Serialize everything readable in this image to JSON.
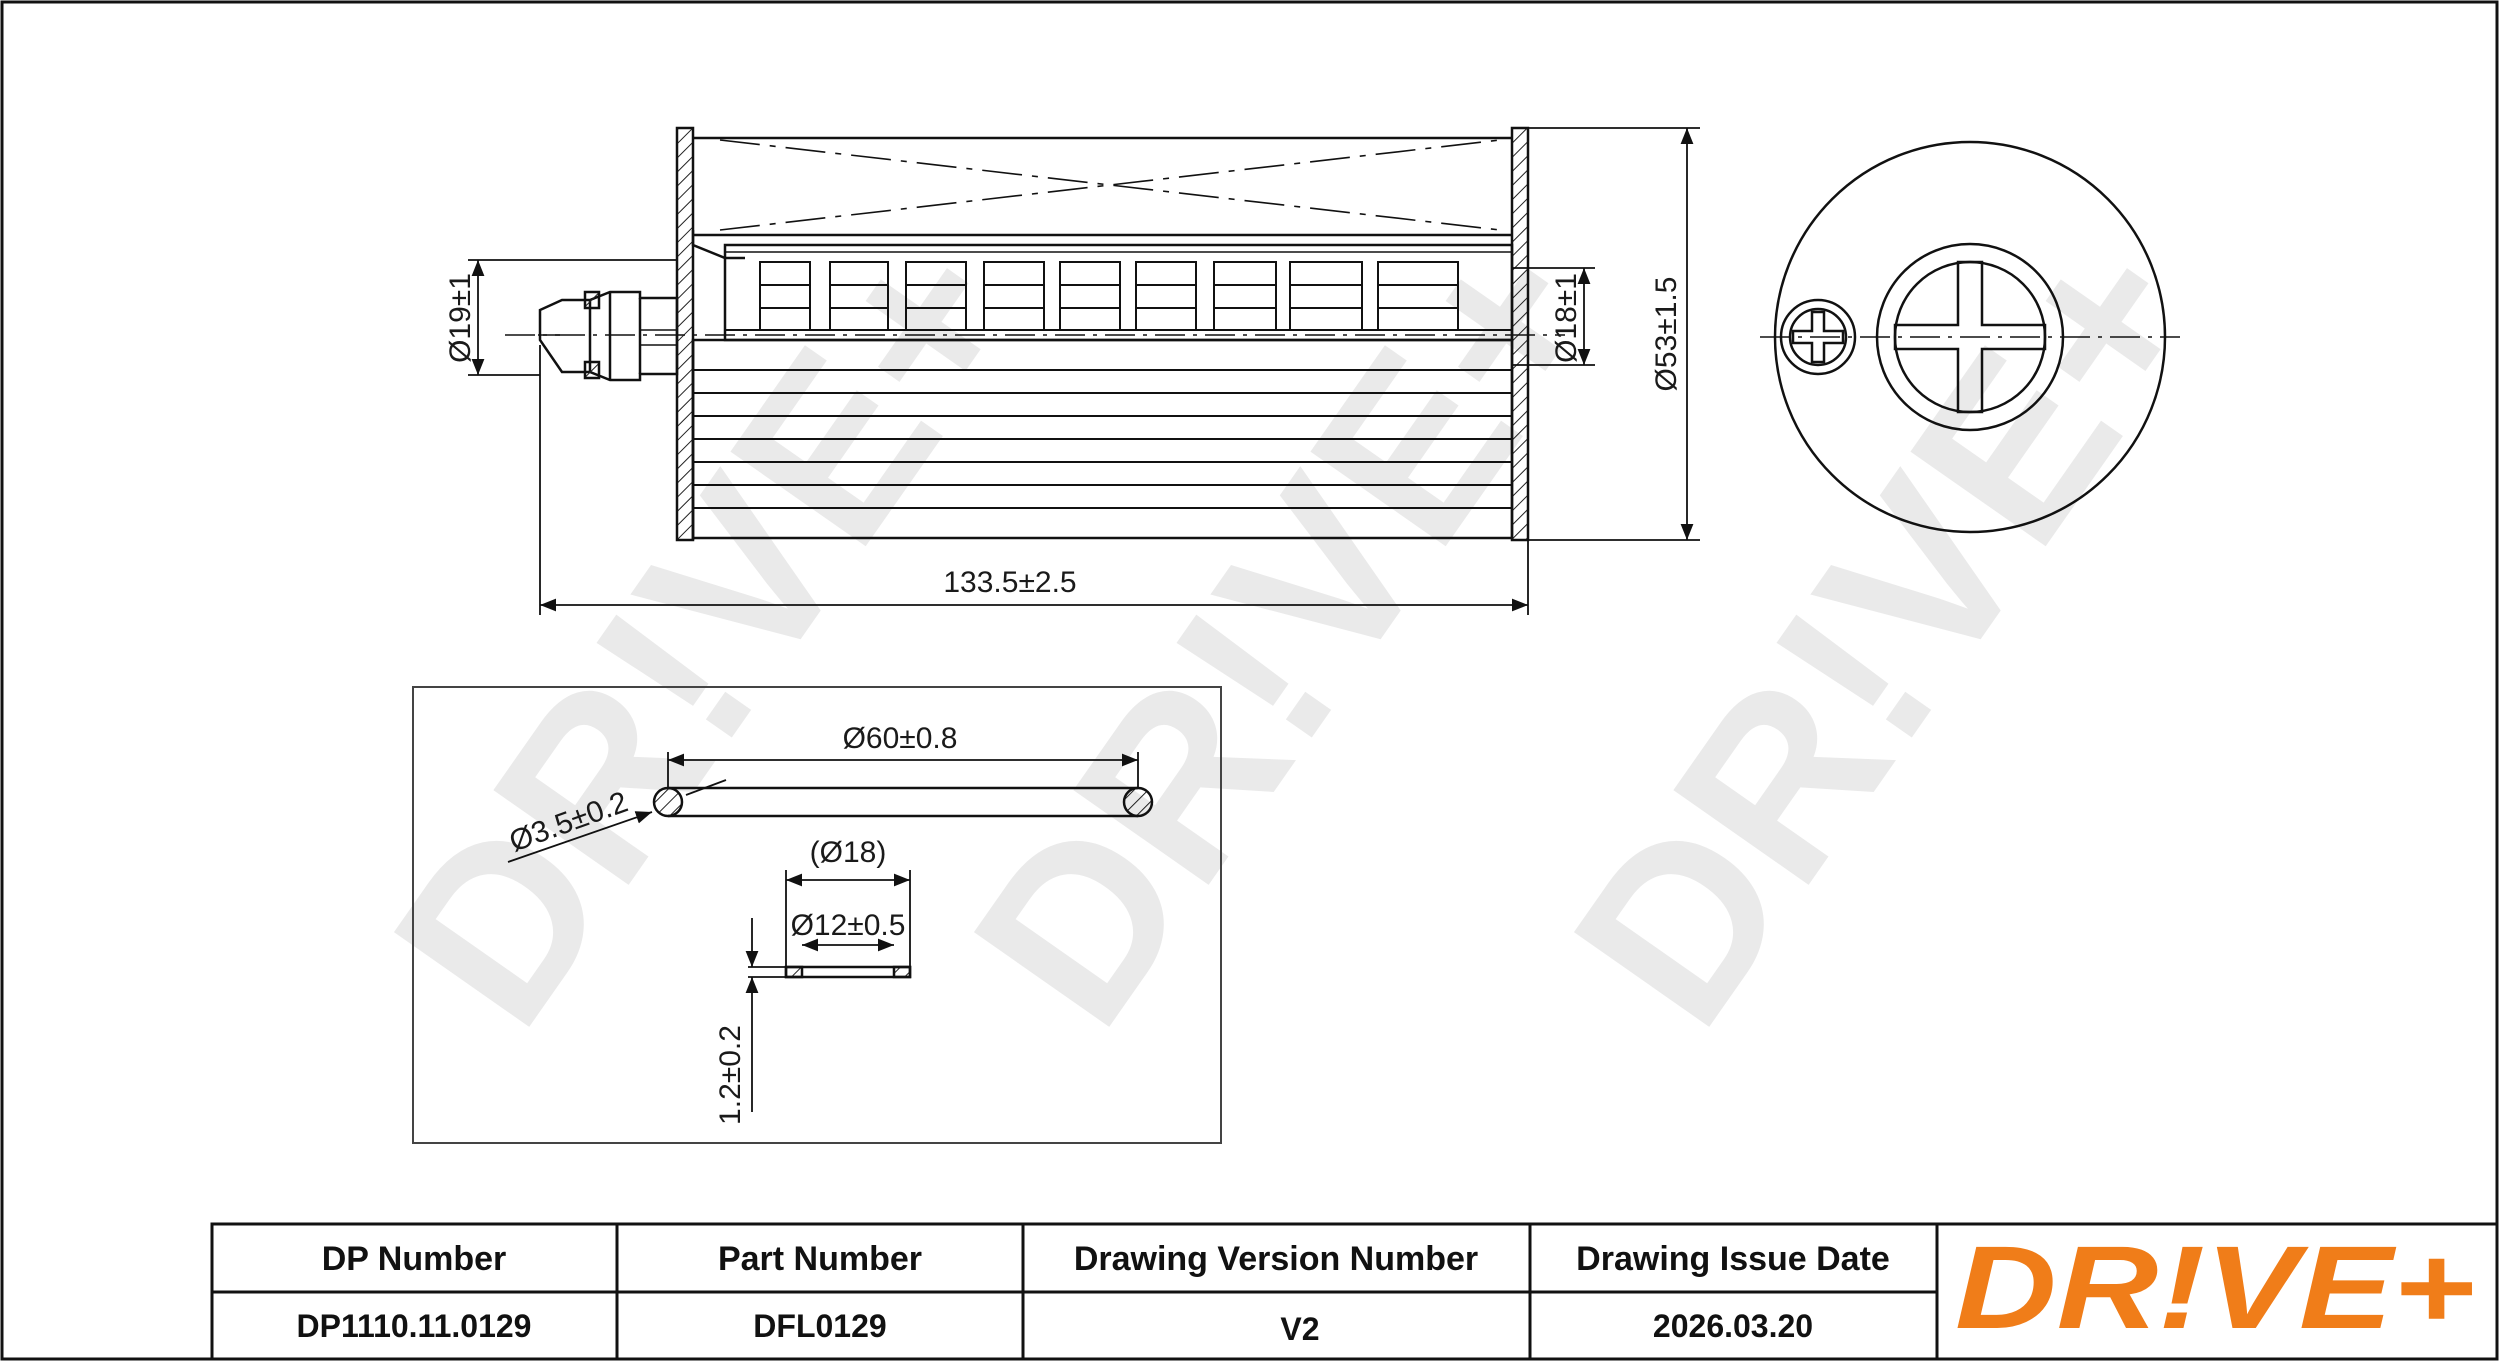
{
  "drawing": {
    "dimensions": {
      "length": "133.5±2.5",
      "outer_diameter": "Ø53±1.5",
      "inlet_diameter": "Ø19±1",
      "inner_diameter": "Ø18±1"
    },
    "seals": {
      "oring_diameter": "Ø60±0.8",
      "oring_section": "Ø3.5±0.2",
      "washer_ref_diameter": "(Ø18)",
      "washer_inner_diameter": "Ø12±0.5",
      "washer_thickness": "1.2±0.2"
    },
    "watermark": "DR!VE+"
  },
  "title_block": {
    "headers": {
      "dp_number": "DP Number",
      "part_number": "Part Number",
      "version": "Drawing Version Number",
      "issue_date": "Drawing Issue Date"
    },
    "values": {
      "dp_number": "DP1110.11.0129",
      "part_number": "DFL0129",
      "version": "V2",
      "issue_date": "2026.03.20"
    },
    "logo": "DR!VE+"
  },
  "colors": {
    "brand": "#f07d19",
    "line": "#1a1a1a",
    "watermark": "#d9d9d9"
  }
}
